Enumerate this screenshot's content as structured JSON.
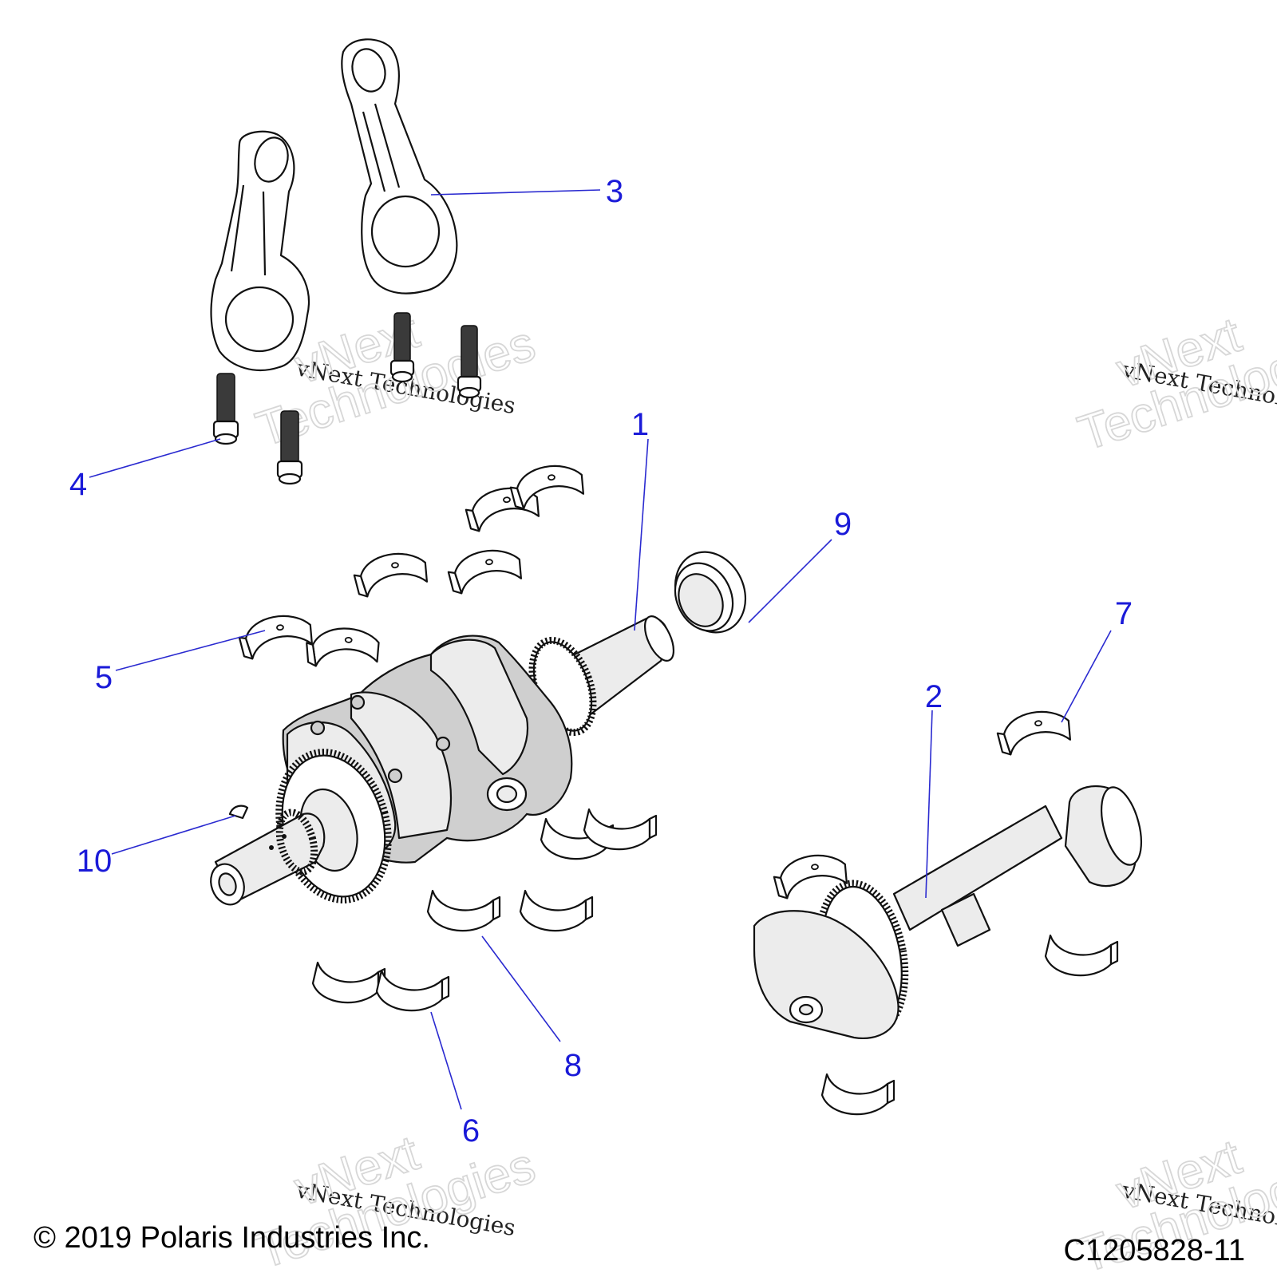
{
  "callouts": [
    {
      "id": "1",
      "label": "1"
    },
    {
      "id": "2",
      "label": "2"
    },
    {
      "id": "3",
      "label": "3"
    },
    {
      "id": "4",
      "label": "4"
    },
    {
      "id": "5",
      "label": "5"
    },
    {
      "id": "6",
      "label": "6"
    },
    {
      "id": "7",
      "label": "7"
    },
    {
      "id": "8",
      "label": "8"
    },
    {
      "id": "9",
      "label": "9"
    },
    {
      "id": "10",
      "label": "10"
    }
  ],
  "watermark": {
    "line_small": "vNext Technologies",
    "line_big_1": "vNext",
    "line_big_2": "Technologies"
  },
  "footer": {
    "copyright": "© 2019 Polaris Industries Inc.",
    "drawing_number": "C1205828-11"
  },
  "colors": {
    "callout": "#1a1ad8",
    "line_art": "#111111",
    "watermark": "#d7d7d7"
  }
}
